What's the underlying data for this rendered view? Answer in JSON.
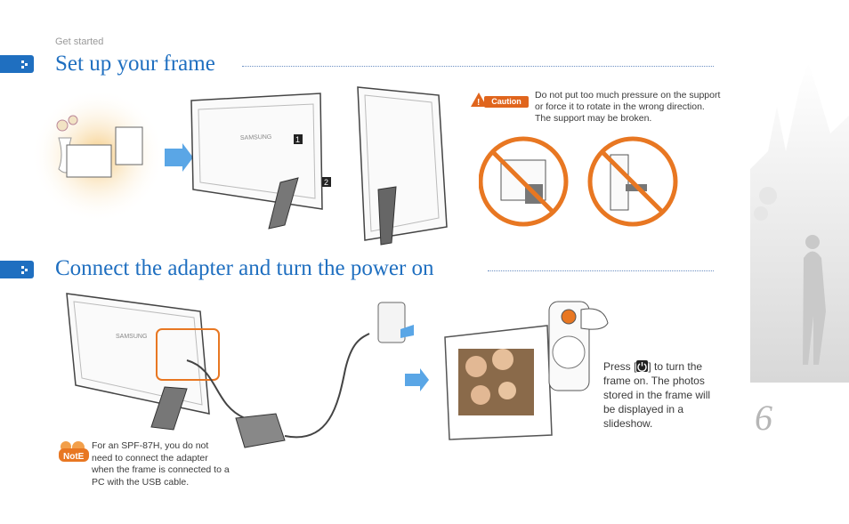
{
  "breadcrumb": "Get started",
  "sections": [
    {
      "title": "Set up your frame"
    },
    {
      "title": "Connect the adapter and turn the power on"
    }
  ],
  "caution": {
    "label": "Caution",
    "text": "Do not put too much pressure on the support or force it to rotate in the wrong direction. The support may be broken."
  },
  "steps": {
    "step1": "1",
    "step2": "2"
  },
  "frame_brand": "SAMSUNG",
  "power_instruction": {
    "before": "Press [",
    "icon": "power-icon",
    "after": "] to turn the frame on. The photos stored in the frame will be displayed in a slideshow."
  },
  "note": {
    "label": "NotE",
    "text": "For an SPF-87H, you do not need to connect the adapter when the frame is connected to a PC with the USB cable."
  },
  "page_number": "6",
  "colors": {
    "accent_blue": "#1f6fc0",
    "caution_orange": "#e0651d",
    "prohibit_orange": "#e87722"
  }
}
